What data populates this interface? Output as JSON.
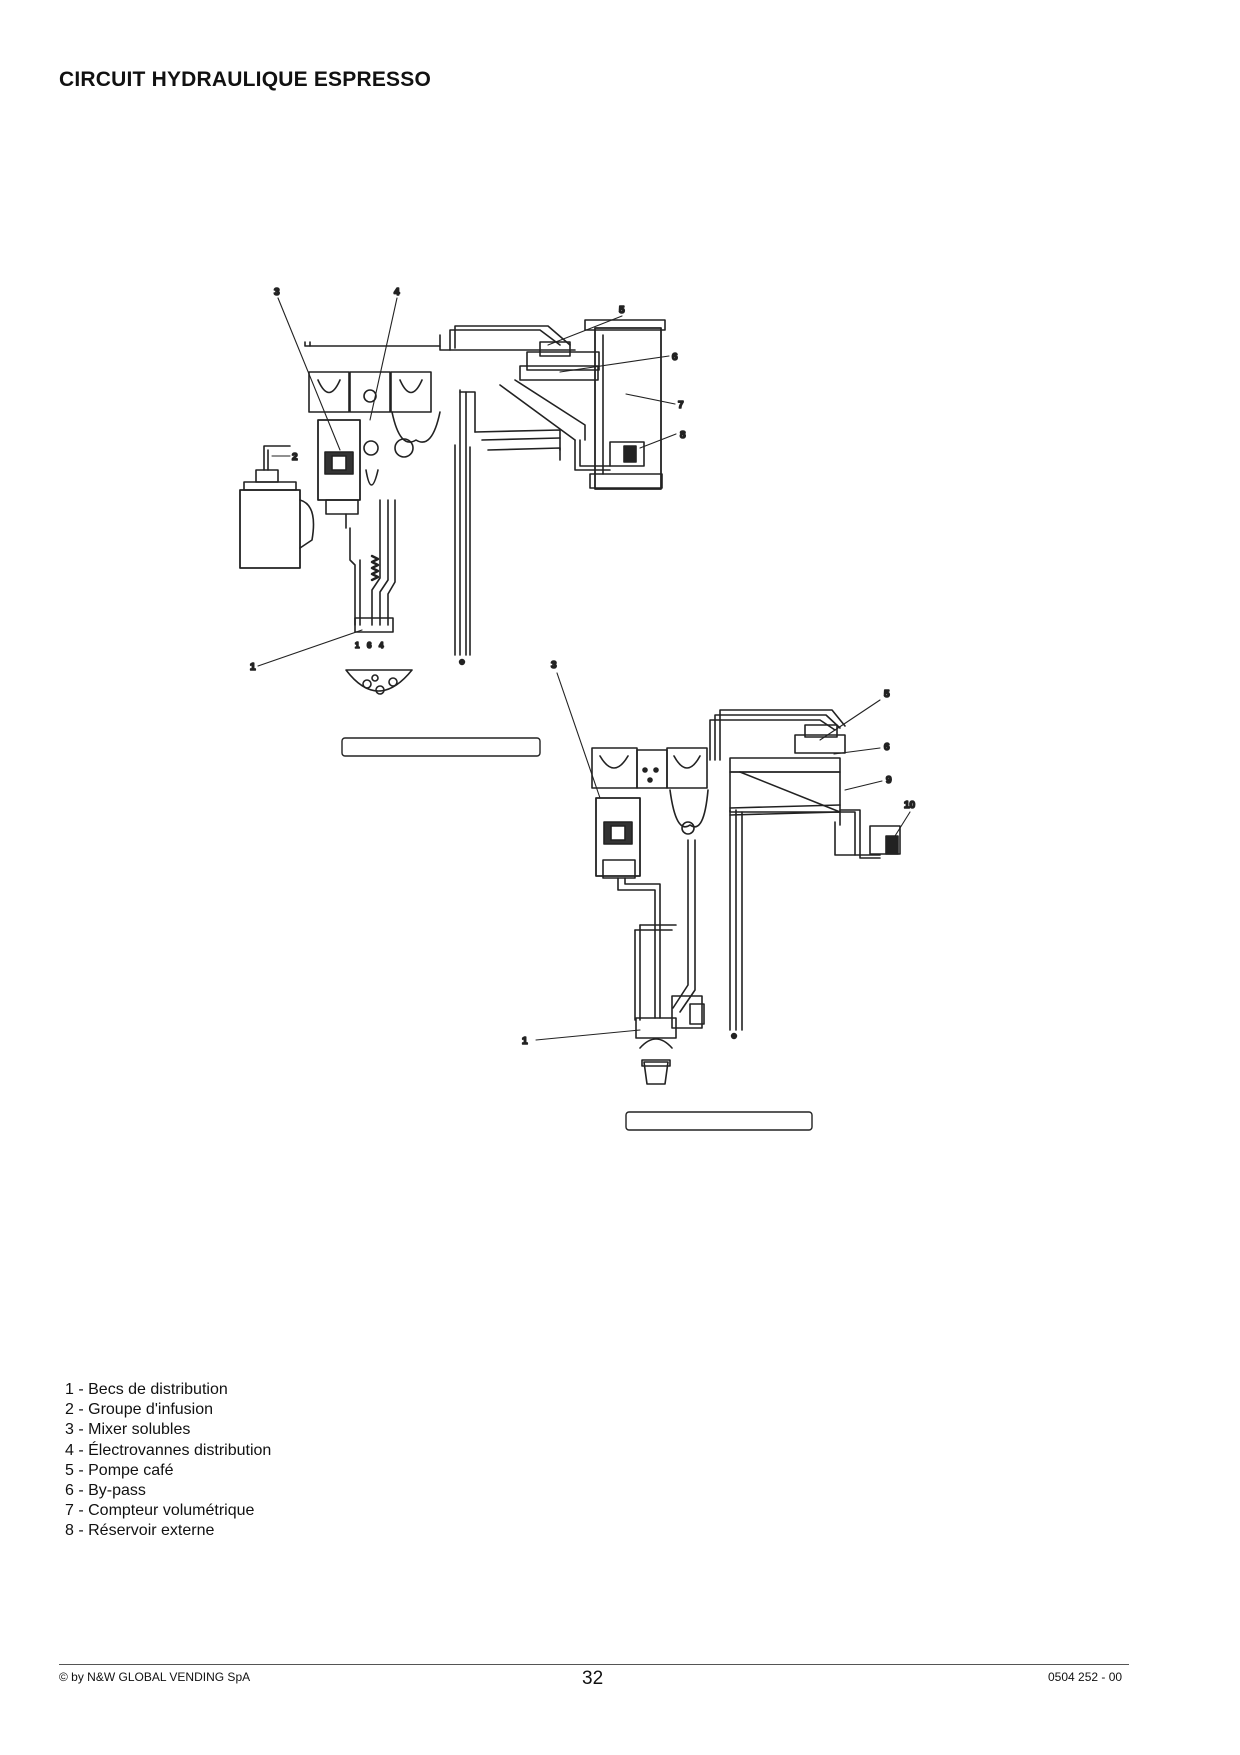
{
  "page_title": "CIRCUIT HYDRAULIQUE ESPRESSO",
  "diagram_top": {
    "callouts": [
      "3",
      "4",
      "5",
      "6",
      "7",
      "8",
      "2",
      "1"
    ],
    "nozzle_labels": [
      "1",
      "6",
      "4"
    ]
  },
  "diagram_bottom": {
    "callouts": [
      "3",
      "5",
      "6",
      "9",
      "10",
      "1"
    ]
  },
  "legend": [
    "1 - Becs de distribution",
    "2 - Groupe d'infusion",
    "3 - Mixer solubles",
    "4 - Électrovannes distribution",
    "5 - Pompe café",
    "6 - By-pass",
    "7 - Compteur volumétrique",
    "8 - Réservoir externe"
  ],
  "footer": {
    "copyright": "© by N&W GLOBAL VENDING  SpA",
    "page_number": "32",
    "doc_code": "0504 252 - 00"
  }
}
